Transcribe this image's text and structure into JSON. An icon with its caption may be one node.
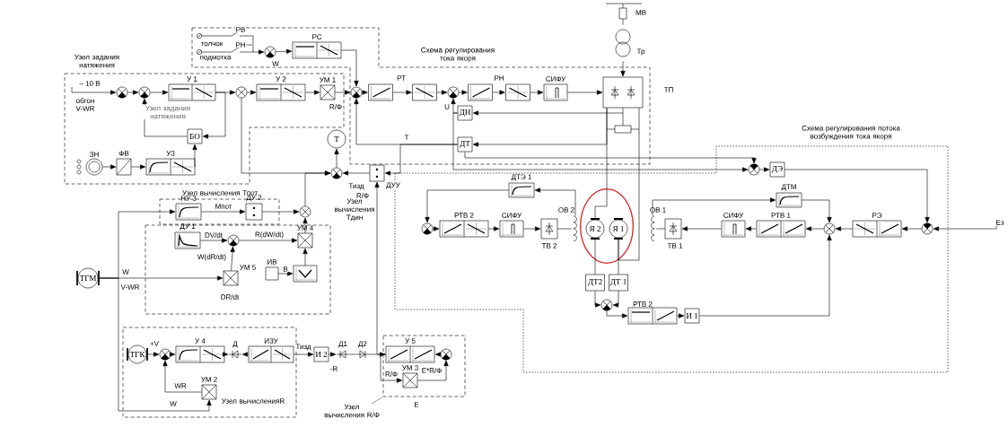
{
  "diagram": {
    "nodes": [
      {
        "text": [
          "Схема регулирования тока якоря"
        ]
      },
      {
        "text": [
          "Узел задания натяжения"
        ]
      },
      {
        "text": [
          "Узел вычисления Тпот"
        ]
      },
      {
        "text": [
          "Узел вычисления Тдин"
        ]
      },
      {
        "text": [
          "Узел вычисленияR"
        ]
      },
      {
        "text": [
          "Узел вычисления R/Ф"
        ]
      },
      {
        "text": [
          "Схема регулирования потока возбуждения тока якоря"
        ]
      },
      {
        "text": [],
        "shape": "circle",
        "in": 0
      },
      {
        "text": [
          "РС"
        ],
        "in": 0
      },
      {
        "text": [],
        "shape": "circle",
        "in": 1
      },
      {
        "text": [],
        "shape": "circle",
        "in": 1
      },
      {
        "text": [
          "У 1"
        ],
        "in": 1
      },
      {
        "text": [],
        "shape": "circle",
        "in": 1
      },
      {
        "text": [
          "У 2"
        ],
        "in": 1
      },
      {
        "text": [
          "УМ 1"
        ],
        "in": 1
      },
      {
        "text": [
          "БО"
        ],
        "in": 1
      },
      {
        "text": [
          "ЗН"
        ],
        "in": 1
      },
      {
        "text": [
          "ФВ"
        ],
        "in": 1
      },
      {
        "text": [
          "У3"
        ],
        "in": 1
      },
      {
        "text": [],
        "shape": "circle",
        "in": 0
      },
      {
        "text": [],
        "shape": "box",
        "in": 0
      },
      {
        "text": [],
        "shape": "box",
        "in": 0
      },
      {
        "text": [],
        "shape": "circle",
        "in": 0
      },
      {
        "text": [],
        "shape": "box",
        "in": 0
      },
      {
        "text": [],
        "shape": "box",
        "in": 0
      },
      {
        "text": [
          "СИФУ"
        ],
        "in": 0
      },
      {
        "text": [
          "ТП"
        ],
        "in": 0
      },
      {
        "text": [
          "ДН"
        ],
        "in": 0
      },
      {
        "text": [
          "ДТ"
        ],
        "in": 0
      },
      {
        "text": [
          "Тр"
        ]
      },
      {
        "text": [
          "МВ"
        ]
      },
      {
        "text": [
          "Т"
        ]
      },
      {
        "text": [],
        "shape": "circle"
      },
      {
        "text": [
          "Тизд"
        ]
      },
      {
        "text": [
          "НУ 3"
        ],
        "in": 2
      },
      {
        "text": [
          "ДУ 2"
        ],
        "in": 2
      },
      {
        "text": [],
        "shape": "circle"
      },
      {
        "text": [
          "ДУ 1"
        ],
        "in": 3
      },
      {
        "text": [],
        "shape": "circle",
        "in": 3
      },
      {
        "text": [
          "УМ 4"
        ],
        "in": 3
      },
      {
        "text": [
          "УМ 5"
        ],
        "in": 3
      },
      {
        "text": [
          "ИВ"
        ],
        "in": 3
      },
      {
        "text": [],
        "shape": "box",
        "in": 3
      },
      {
        "text": [
          "ТГМ"
        ]
      },
      {
        "text": [
          "ТГК"
        ],
        "in": 4
      },
      {
        "text": [],
        "shape": "circle",
        "in": 4
      },
      {
        "text": [
          "У 4"
        ],
        "in": 4
      },
      {
        "text": [
          "Д"
        ],
        "in": 4
      },
      {
        "text": [
          "ИЗУ"
        ],
        "in": 4
      },
      {
        "text": [
          "УМ 2"
        ],
        "in": 4
      },
      {
        "text": [
          "И 2"
        ]
      },
      {
        "text": [
          "Д1"
        ]
      },
      {
        "text": [
          "Д2"
        ]
      },
      {
        "text": [
          "У 5"
        ],
        "in": 5
      },
      {
        "text": [],
        "shape": "circle",
        "in": 5
      },
      {
        "text": [
          "УМ 3"
        ],
        "in": 5
      },
      {
        "text": [],
        "shape": "circle",
        "in": 6
      },
      {
        "text": [
          "ДЭ"
        ],
        "in": 6
      },
      {
        "text": [
          "ДТМ"
        ],
        "in": 6
      },
      {
        "text": [
          "РЭ"
        ],
        "in": 6
      },
      {
        "text": [],
        "shape": "circle",
        "in": 6
      },
      {
        "text": [],
        "shape": "circle",
        "in": 6
      },
      {
        "text": [
          "РТВ 1"
        ],
        "in": 6
      },
      {
        "text": [
          "СИФУ"
        ],
        "in": 6
      },
      {
        "text": [
          "ТВ 1"
        ],
        "in": 6
      },
      {
        "text": [
          "ОВ 1"
        ],
        "in": 6
      },
      {
        "text": [
          "Я 1"
        ],
        "in": 6
      },
      {
        "text": [
          "Я 2"
        ],
        "in": 6
      },
      {
        "text": [
          "ОВ 2"
        ],
        "in": 6
      },
      {
        "text": [
          "ТВ 2"
        ],
        "in": 6
      },
      {
        "text": [
          "СИФУ"
        ],
        "in": 6
      },
      {
        "text": [
          "РТВ 2"
        ],
        "in": 6
      },
      {
        "text": [],
        "shape": "circle",
        "in": 6
      },
      {
        "text": [
          "ДТЭ 1"
        ],
        "in": 6
      },
      {
        "text": [
          "ДТ2"
        ],
        "in": 6
      },
      {
        "text": [
          "ДТ 1"
        ],
        "in": 6
      },
      {
        "text": [],
        "shape": "circle",
        "in": 6
      },
      {
        "text": [
          "РТВ 2"
        ],
        "in": 6
      },
      {
        "text": [
          "И 1"
        ],
        "in": 6
      },
      {
        "text": [
          "– 10 В"
        ],
        "in": 1
      },
      {
        "text": [
          "Ез"
        ]
      },
      {
        "text": [
          "РН"
        ],
        "in": 0
      }
    ],
    "edges": [
      {
        "from": 7,
        "to": 8,
        "arrow": "to"
      },
      {
        "from": 8,
        "to": 19,
        "arrow": "to"
      },
      {
        "from": 9,
        "to": 10,
        "arrow": "to"
      },
      {
        "from": 10,
        "to": 11,
        "arrow": "to"
      },
      {
        "from": 11,
        "to": 12,
        "arrow": "to"
      },
      {
        "from": 12,
        "to": 13,
        "arrow": "to"
      },
      {
        "from": 13,
        "to": 14,
        "arrow": "to"
      },
      {
        "from": 14,
        "to": 19,
        "arrow": "to"
      },
      {
        "from": 11,
        "to": 15,
        "arrow": "to"
      },
      {
        "from": 15,
        "to": 10,
        "arrow": "to"
      },
      {
        "from": 18,
        "to": 15,
        "arrow": "to"
      },
      {
        "from": 17,
        "to": 18,
        "arrow": "to"
      },
      {
        "from": 16,
        "to": 17,
        "arrow": "to"
      },
      {
        "from": 19,
        "to": 20,
        "arrow": "to"
      },
      {
        "from": 20,
        "to": 21,
        "arrow": "to"
      },
      {
        "from": 21,
        "to": 22,
        "arrow": "to"
      },
      {
        "from": 22,
        "to": 23,
        "arrow": "to"
      },
      {
        "from": 23,
        "to": 24,
        "arrow": "to"
      },
      {
        "from": 24,
        "to": 25,
        "arrow": "to"
      },
      {
        "from": 25,
        "to": 26,
        "arrow": "to"
      },
      {
        "from": 30,
        "to": 29,
        "arrow": "none"
      },
      {
        "from": 29,
        "to": 26,
        "arrow": "to"
      },
      {
        "from": 26,
        "to": 27,
        "arrow": "to"
      },
      {
        "from": 27,
        "to": 22,
        "arrow": "to"
      },
      {
        "from": 26,
        "to": 28,
        "arrow": "to"
      },
      {
        "from": 28,
        "to": 19,
        "arrow": "to"
      },
      {
        "from": 28,
        "to": 33,
        "arrow": "to"
      },
      {
        "from": 33,
        "to": 32,
        "arrow": "to"
      },
      {
        "from": 32,
        "to": 31,
        "arrow": "to"
      },
      {
        "from": 36,
        "to": 32,
        "arrow": "to"
      },
      {
        "from": 12,
        "to": 32,
        "arrow": "to"
      },
      {
        "from": 34,
        "to": 35,
        "arrow": "to",
        "label": "Мпот"
      },
      {
        "from": 35,
        "to": 36,
        "arrow": "to"
      },
      {
        "from": 43,
        "to": 34,
        "arrow": "to"
      },
      {
        "from": 43,
        "to": 40,
        "arrow": "to"
      },
      {
        "from": 37,
        "to": 38,
        "arrow": "to",
        "label": "DV/dt"
      },
      {
        "from": 40,
        "to": 38,
        "arrow": "to",
        "label": "W(dR/dt)"
      },
      {
        "from": 38,
        "to": 39,
        "arrow": "to",
        "label": "R(dW/dt)"
      },
      {
        "from": 41,
        "to": 42,
        "arrow": "to",
        "label": "B"
      },
      {
        "from": 42,
        "to": 39,
        "arrow": "to"
      },
      {
        "from": 39,
        "to": 36,
        "arrow": "to"
      },
      {
        "from": 44,
        "to": 45,
        "arrow": "to"
      },
      {
        "from": 45,
        "to": 46,
        "arrow": "to"
      },
      {
        "from": 46,
        "to": 47,
        "arrow": "to"
      },
      {
        "from": 48,
        "to": 47,
        "arrow": "to"
      },
      {
        "from": 48,
        "to": 50,
        "arrow": "to"
      },
      {
        "from": 50,
        "to": 51,
        "arrow": "to"
      },
      {
        "from": 51,
        "to": 52,
        "arrow": "none"
      },
      {
        "from": 52,
        "to": 53,
        "arrow": "to"
      },
      {
        "from": 54,
        "to": 53,
        "arrow": "to"
      },
      {
        "from": 53,
        "to": 55,
        "arrow": "to"
      },
      {
        "from": 55,
        "to": 54,
        "arrow": "to"
      },
      {
        "from": 49,
        "to": 45,
        "arrow": "to"
      },
      {
        "from": 43,
        "to": 49,
        "arrow": "to"
      },
      {
        "from": 53,
        "to": 33,
        "arrow": "to"
      },
      {
        "from": 60,
        "to": 59,
        "arrow": "to"
      },
      {
        "from": 59,
        "to": 61,
        "arrow": "to"
      },
      {
        "from": 61,
        "to": 62,
        "arrow": "to"
      },
      {
        "from": 62,
        "to": 63,
        "arrow": "to"
      },
      {
        "from": 63,
        "to": 64,
        "arrow": "to"
      },
      {
        "from": 64,
        "to": 65,
        "arrow": "none"
      },
      {
        "from": 72,
        "to": 71,
        "arrow": "to"
      },
      {
        "from": 71,
        "to": 70,
        "arrow": "to"
      },
      {
        "from": 70,
        "to": 69,
        "arrow": "to"
      },
      {
        "from": 69,
        "to": 68,
        "arrow": "none"
      },
      {
        "from": 68,
        "to": 73,
        "arrow": "to"
      },
      {
        "from": 73,
        "to": 72,
        "arrow": "to"
      },
      {
        "from": 65,
        "to": 58,
        "arrow": "to"
      },
      {
        "from": 58,
        "to": 61,
        "arrow": "to"
      },
      {
        "from": 57,
        "to": 60,
        "arrow": "to"
      },
      {
        "from": 56,
        "to": 57,
        "arrow": "to"
      },
      {
        "from": 74,
        "to": 76,
        "arrow": "to"
      },
      {
        "from": 75,
        "to": 76,
        "arrow": "to"
      },
      {
        "from": 76,
        "to": 77,
        "arrow": "to"
      },
      {
        "from": 77,
        "to": 78,
        "arrow": "to"
      },
      {
        "from": 78,
        "to": 61,
        "arrow": "to"
      },
      {
        "from": 66,
        "to": 75,
        "arrow": "none"
      },
      {
        "from": 67,
        "to": 74,
        "arrow": "none"
      },
      {
        "from": 26,
        "to": 67,
        "arrow": "none"
      },
      {
        "from": 26,
        "to": 66,
        "arrow": "none"
      },
      {
        "from": 28,
        "to": 56,
        "arrow": "to"
      },
      {
        "from": 27,
        "to": 56,
        "arrow": "to"
      },
      {
        "from": 80,
        "to": 60,
        "arrow": "to"
      },
      {
        "from": 79,
        "to": 9,
        "arrow": "to"
      },
      {
        "from": 81,
        "to": 7,
        "arrow": "to"
      }
    ],
    "labels": [
      "РВ",
      "толчок",
      "подмотка",
      "W",
      "Узел задания натяжения",
      "обгон",
      "V-WR",
      "R/Ф",
      "РТ",
      "РН",
      "U",
      "Т",
      "ДУУ",
      "R/Ф",
      "W",
      "V-WR",
      "DR/dt",
      "+V",
      "Тизд",
      "WR",
      "W",
      "-R",
      "R/Ф",
      "E*R/Ф",
      "E"
    ]
  }
}
